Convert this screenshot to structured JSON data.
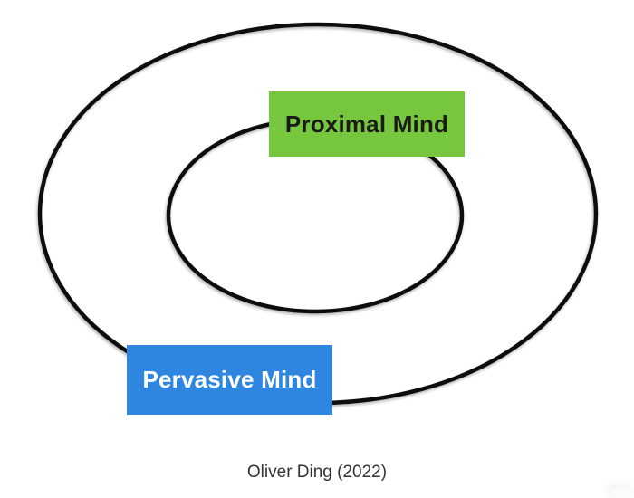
{
  "diagram": {
    "title": "Pervasive Mind / Proximal Mind nested ellipse diagram",
    "inner_box": {
      "label": "Proximal Mind",
      "fill": "#76C73E",
      "text_color": "#1a1a1a"
    },
    "outer_box": {
      "label": "Pervasive Mind",
      "fill": "#2E86E0",
      "text_color": "#ffffff"
    },
    "ellipses": {
      "stroke_color": "#111111"
    },
    "attribution": {
      "text": "Oliver Ding (2022)",
      "color": "#333333"
    }
  }
}
